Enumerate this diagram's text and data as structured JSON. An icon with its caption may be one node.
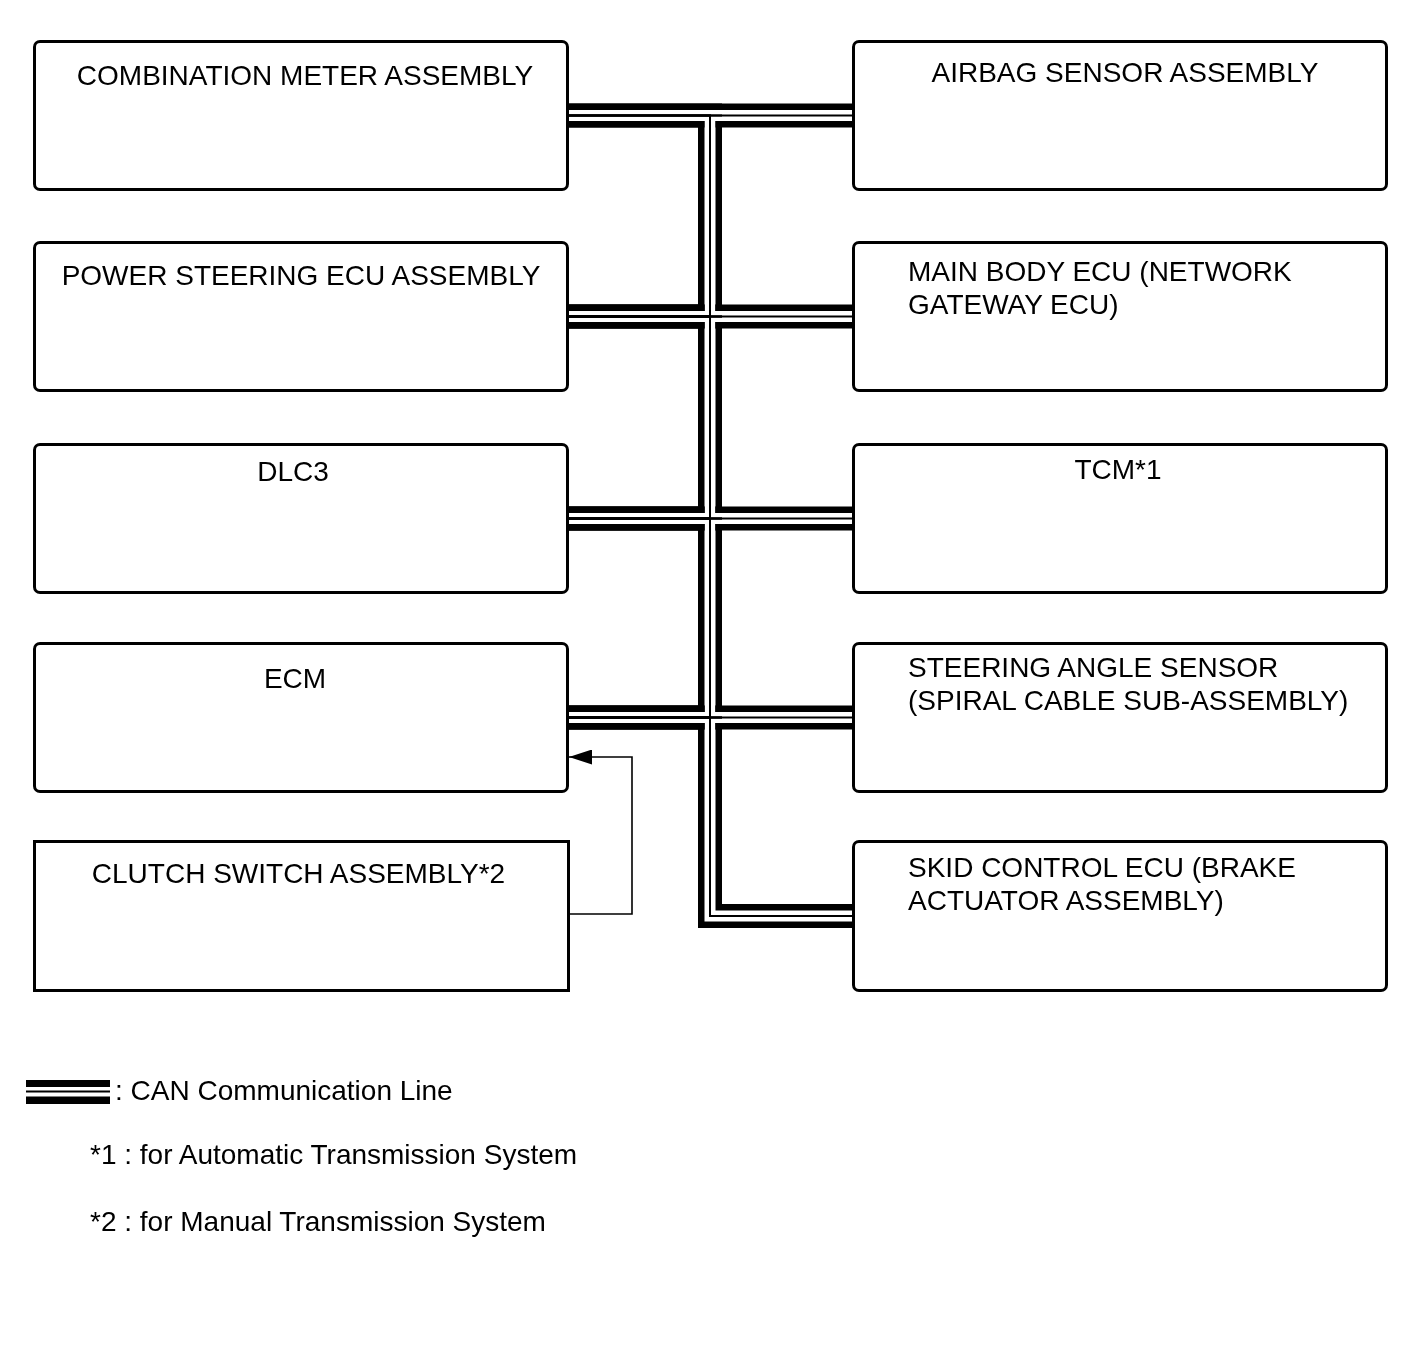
{
  "diagram": {
    "nodes": [
      {
        "text": [
          "COMBINATION METER ASSEMBLY"
        ]
      },
      {
        "text": [
          "AIRBAG SENSOR ASSEMBLY"
        ]
      },
      {
        "text": [
          "POWER STEERING ECU ASSEMBLY"
        ]
      },
      {
        "text": [
          "MAIN BODY ECU (NETWORK GATEWAY ECU)"
        ]
      },
      {
        "text": [
          "DLC3"
        ]
      },
      {
        "text": [
          "TCM*1"
        ]
      },
      {
        "text": [
          "ECM"
        ]
      },
      {
        "text": [
          "STEERING ANGLE SENSOR (SPIRAL CABLE SUB-ASSEMBLY)"
        ]
      },
      {
        "text": [
          "CLUTCH SWITCH ASSEMBLY*2"
        ]
      },
      {
        "text": [
          "SKID CONTROL ECU (BRAKE ACTUATOR ASSEMBLY)"
        ]
      }
    ],
    "edges": [
      {
        "from": 0,
        "to": 1,
        "arrow": "none"
      },
      {
        "from": 2,
        "to": 3,
        "arrow": "none"
      },
      {
        "from": 4,
        "to": 5,
        "arrow": "none"
      },
      {
        "from": 6,
        "to": 7,
        "arrow": "none"
      },
      {
        "from": 0,
        "to": 2,
        "arrow": "none"
      },
      {
        "from": 2,
        "to": 4,
        "arrow": "none"
      },
      {
        "from": 4,
        "to": 6,
        "arrow": "none"
      },
      {
        "from": 6,
        "to": 9,
        "arrow": "none"
      },
      {
        "from": 8,
        "to": 6,
        "arrow": "to"
      }
    ],
    "labels": [
      "*1 : for Automatic Transmission System",
      "*2 : for Manual Transmission System"
    ],
    "legend": [
      {
        "text": ": CAN Communication Line"
      }
    ]
  }
}
